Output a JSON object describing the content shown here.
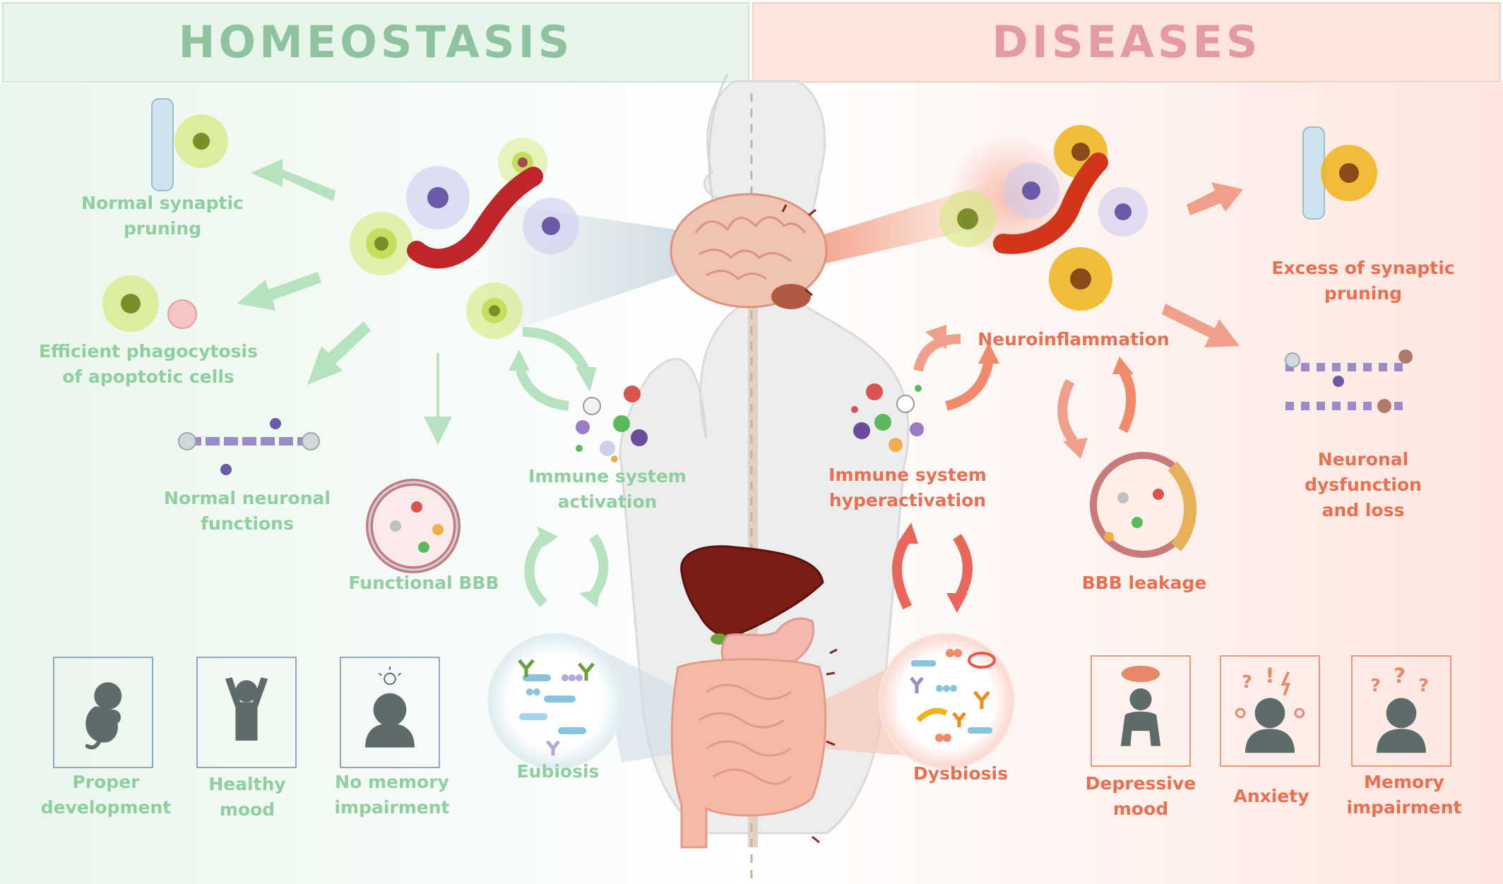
{
  "header": {
    "left_title": "HOMEOSTASIS",
    "right_title": "DISEASES"
  },
  "homeostasis": {
    "labels": {
      "synaptic": [
        "Normal synaptic",
        "pruning"
      ],
      "phagocytosis": [
        "Efficient phagocytosis",
        "of apoptotic cells"
      ],
      "neuronal": [
        "Normal neuronal",
        "functions"
      ],
      "bbb": "Functional BBB",
      "immune": [
        "Immune system",
        "activation"
      ],
      "microbiota": "Eubiosis"
    },
    "outcomes": [
      {
        "icon": "fetus-icon",
        "lines": [
          "Proper",
          "development"
        ]
      },
      {
        "icon": "raised-arms-person-icon",
        "lines": [
          "Healthy",
          "mood"
        ]
      },
      {
        "icon": "lightbulb-head-icon",
        "lines": [
          "No memory",
          "impairment"
        ]
      }
    ]
  },
  "diseases": {
    "labels": {
      "neuroinflammation": "Neuroinflammation",
      "synaptic": [
        "Excess of synaptic",
        "pruning"
      ],
      "neuronal": [
        "Neuronal dysfunction",
        "and loss"
      ],
      "immune": [
        "Immune system",
        "hyperactivation"
      ],
      "bbb": "BBB leakage",
      "microbiota": "Dysbiosis"
    },
    "outcomes": [
      {
        "icon": "cloud-head-hugging-knees-icon",
        "lines": [
          "Depressive",
          "mood"
        ]
      },
      {
        "icon": "exclamation-head-icon",
        "lines": [
          "Anxiety"
        ]
      },
      {
        "icon": "question-head-icon",
        "lines": [
          "Memory",
          "impairment"
        ]
      }
    ]
  },
  "colors": {
    "homeostasis_text": "#8fcf9f",
    "diseases_text": "#e96f50",
    "homeostasis_header": "#8fc3a0",
    "diseases_header": "#e39aa2",
    "homeostasis_arrow": "#b7e2c0",
    "diseases_arrow": "#f0a08a"
  }
}
